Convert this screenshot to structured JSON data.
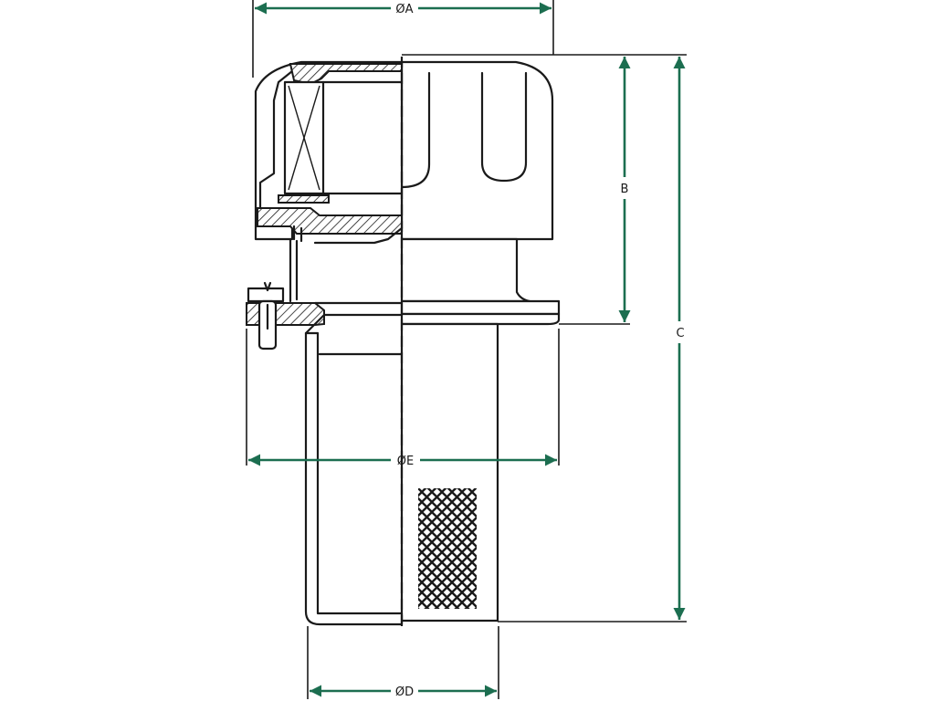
{
  "drawing": {
    "type": "technical cross-section drawing",
    "dimension_labels": {
      "A": "ØA",
      "B": "B",
      "C": "C",
      "D": "ØD",
      "E": "ØE"
    },
    "colors": {
      "dimension_lines": "#1c6e50",
      "outline": "#1a1a1a",
      "background": "#ffffff"
    }
  }
}
